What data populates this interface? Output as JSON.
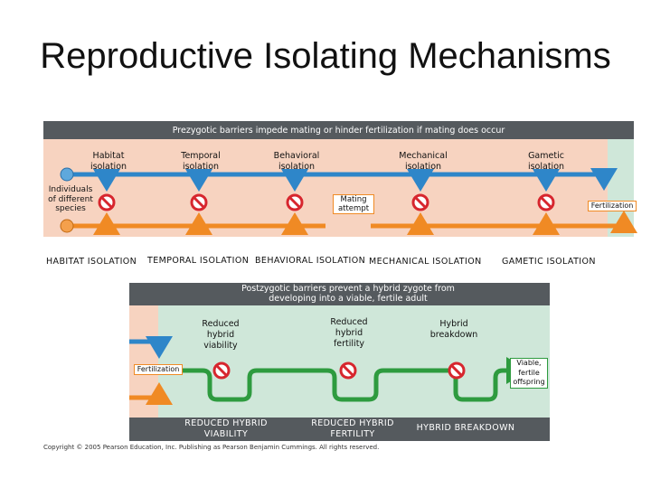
{
  "title": "Reproductive Isolating Mechanisms",
  "prezygotic": {
    "header": "Prezygotic barriers impede mating or hinder fertilization if mating does occur",
    "barriers": {
      "habitat": "Habitat isolation",
      "temporal": "Temporal isolation",
      "behavioral": "Behavioral isolation",
      "mechanical": "Mechanical isolation",
      "gametic": "Gametic isolation"
    },
    "start_label": "Individuals of different species",
    "mating_attempt": "Mating attempt",
    "fertilization": "Fertilization",
    "captions": {
      "habitat": "HABITAT ISOLATION",
      "temporal": "TEMPORAL ISOLATION",
      "behavioral": "BEHAVIORAL ISOLATION",
      "mechanical": "MECHANICAL ISOLATION",
      "gametic": "GAMETIC ISOLATION"
    }
  },
  "postzygotic": {
    "header": "Postzygotic barriers prevent a hybrid zygote from developing into a viable, fertile adult",
    "barriers": {
      "viability": "Reduced hybrid viability",
      "fertility": "Reduced hybrid fertility",
      "breakdown": "Hybrid breakdown"
    },
    "fertilization": "Fertilization",
    "end_label": "Viable, fertile offspring",
    "captions": {
      "viability": "REDUCED HYBRID VIABILITY",
      "fertility": "REDUCED HYBRID FERTILITY",
      "breakdown": "HYBRID BREAKDOWN"
    }
  },
  "copyright": "Copyright © 2005 Pearson Education, Inc. Publishing as Pearson Benjamin Cummings. All rights reserved.",
  "colors": {
    "peach": "#f7d3c0",
    "mint": "#cfe7d9",
    "bar": "#555a5e",
    "blue_arrow": "#2e86c9",
    "orange_arrow": "#f08a24",
    "green_arrow": "#2e9b3f",
    "stop_red": "#d7262e"
  }
}
